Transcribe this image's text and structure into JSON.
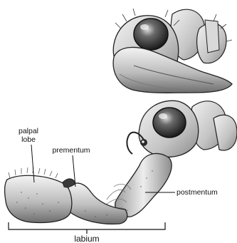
{
  "labels": {
    "palpal_lobe_line1": "palpal",
    "palpal_lobe_line2": "lobe",
    "prementum": "prementum",
    "postmentum": "postmentum",
    "labium": "labium"
  },
  "colors": {
    "line": "#222222",
    "shade_dark": "#3a3a3a",
    "shade_mid": "#9a9a9a",
    "shade_light": "#e6e6e6",
    "background": "#ffffff"
  }
}
